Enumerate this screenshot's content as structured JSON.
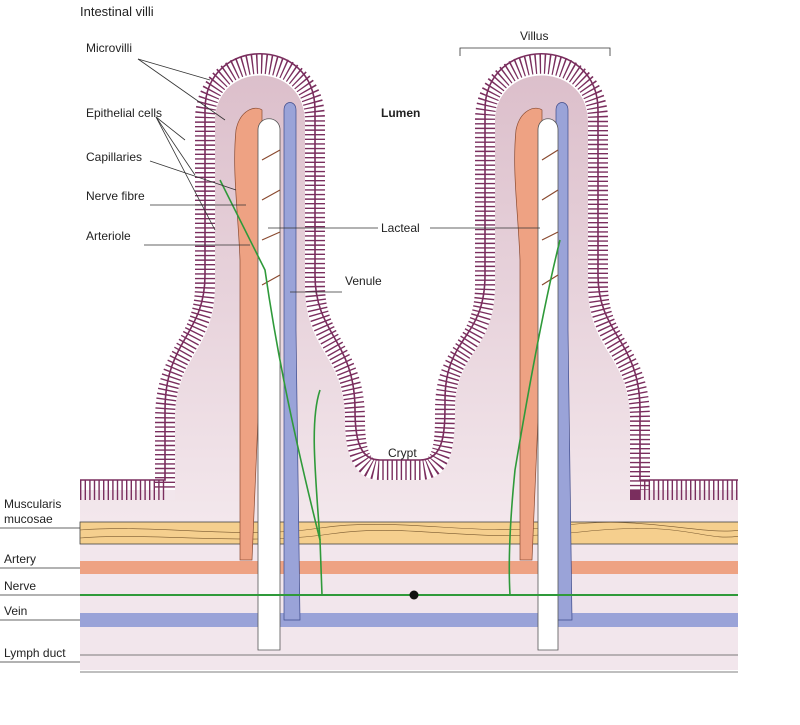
{
  "title": "Intestinal villi",
  "labels": {
    "microvilli": "Microvilli",
    "epithelial_cells": "Epithelial cells",
    "capillaries": "Capillaries",
    "nerve_fibre": "Nerve fibre",
    "arteriole": "Arteriole",
    "lumen": "Lumen",
    "villus": "Villus",
    "lacteal": "Lacteal",
    "venule": "Venule",
    "crypt": "Crypt",
    "muscularis_line1": "Muscularis",
    "muscularis_line2": "mucosae",
    "artery": "Artery",
    "nerve": "Nerve",
    "vein": "Vein",
    "lymph_duct": "Lymph duct"
  },
  "colors": {
    "epithelium_outline": "#7a2e5e",
    "epithelium_fill": "#f6e6ee",
    "tissue": "#e3c8d2",
    "arterial": "#eea283",
    "venous": "#9aa3d8",
    "nerve": "#2f9a3a",
    "muscle": "#f5cf8e",
    "lymph": "#ffffff"
  }
}
